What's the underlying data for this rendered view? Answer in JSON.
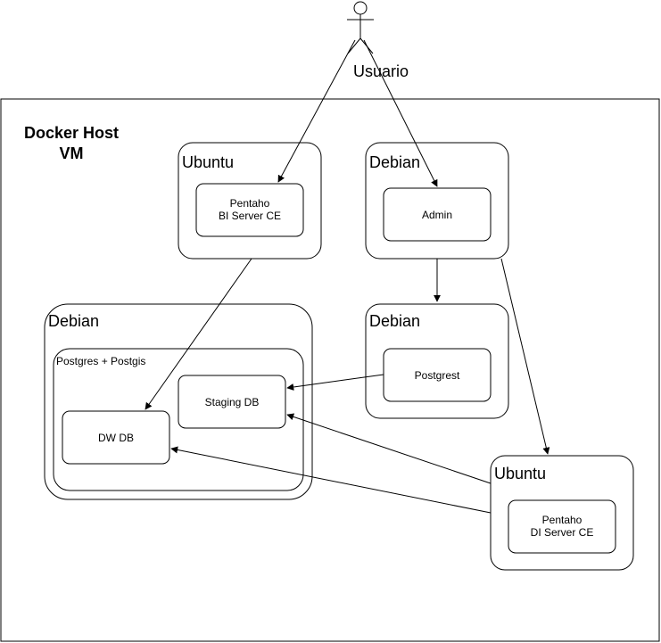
{
  "actor": {
    "label": "Usuario"
  },
  "host": {
    "title_line1": "Docker Host",
    "title_line2": "VM"
  },
  "containers": {
    "ubuntu_bi": {
      "os": "Ubuntu",
      "service_line1": "Pentaho",
      "service_line2": "BI Server CE"
    },
    "debian_admin": {
      "os": "Debian",
      "service": "Admin"
    },
    "debian_db": {
      "os": "Debian",
      "group": "Postgres + Postgis",
      "staging": "Staging DB",
      "dw": "DW DB"
    },
    "debian_postgrest": {
      "os": "Debian",
      "service": "Postgrest"
    },
    "ubuntu_di": {
      "os": "Ubuntu",
      "service_line1": "Pentaho",
      "service_line2": "DI Server CE"
    }
  }
}
